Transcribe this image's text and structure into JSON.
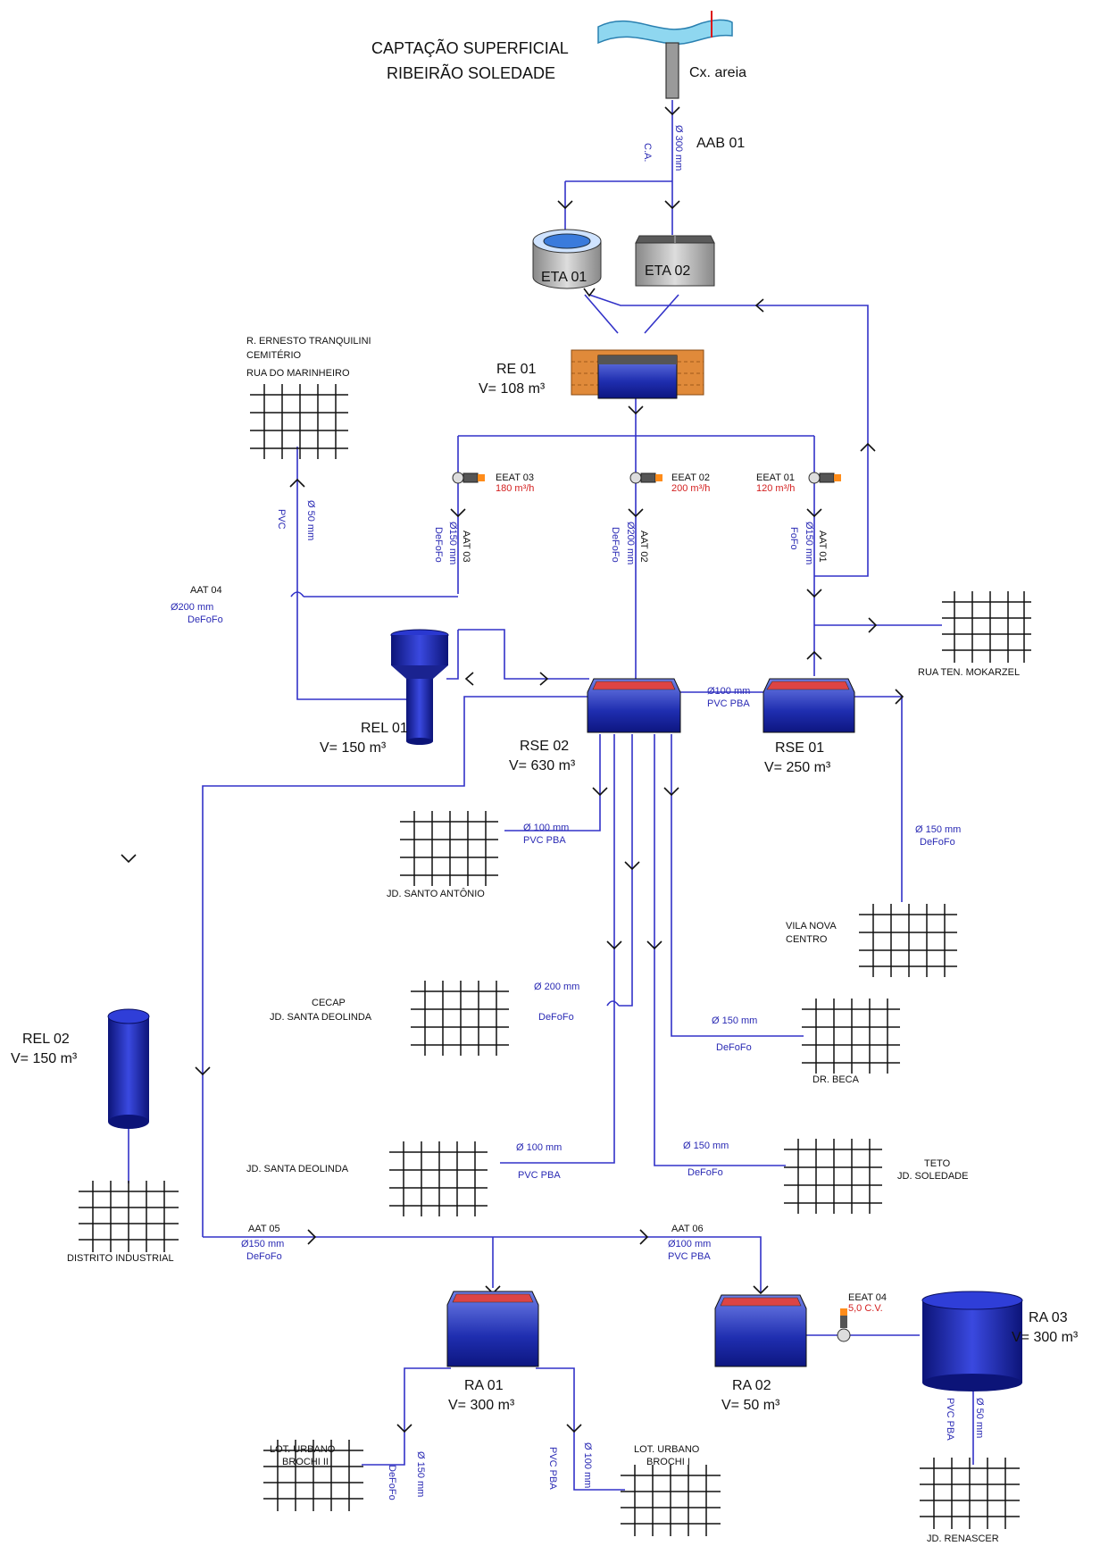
{
  "source": {
    "title_line1": "CAPTAÇÃO SUPERFICIAL",
    "title_line2": "RIBEIRÃO SOLEDADE",
    "sand_box": "Cx. areia",
    "line_name": "AAB 01",
    "line_material": "C.A.",
    "line_diameter": "Ø 300 mm"
  },
  "plants": {
    "eta01": "ETA 01",
    "eta02": "ETA 02"
  },
  "reservoirs": {
    "re01": {
      "name": "RE 01",
      "volume": "V= 108 m³"
    },
    "rse02": {
      "name": "RSE 02",
      "volume": "V= 630 m³"
    },
    "rse01": {
      "name": "RSE 01",
      "volume": "V= 250 m³"
    },
    "rel01": {
      "name": "REL 01",
      "volume": "V= 150 m³"
    },
    "rel02": {
      "name": "REL 02",
      "volume": "V= 150 m³"
    },
    "ra01": {
      "name": "RA 01",
      "volume": "V= 300 m³"
    },
    "ra02": {
      "name": "RA 02",
      "volume": "V= 50 m³"
    },
    "ra03": {
      "name": "RA 03",
      "volume": "V= 300 m³"
    }
  },
  "pumps": {
    "eeat03": {
      "name": "EEAT 03",
      "flow": "180 m³/h"
    },
    "eeat02": {
      "name": "EEAT 02",
      "flow": "200 m³/h"
    },
    "eeat01": {
      "name": "EEAT 01",
      "flow": "120 m³/h"
    },
    "eeat04": {
      "name": "EEAT 04",
      "power": "5,0 C.V."
    }
  },
  "mains": {
    "aat03": {
      "name": "AAT 03",
      "diameter": "Ø150 mm",
      "material": "DeFoFo"
    },
    "aat02": {
      "name": "AAT 02",
      "diameter": "Ø200 mm",
      "material": "DeFoFo"
    },
    "aat01": {
      "name": "AAT 01",
      "diameter": "Ø150 mm",
      "material": "FoFo"
    },
    "aat04": {
      "name": "AAT 04",
      "diameter": "Ø200 mm",
      "material": "DeFoFo"
    },
    "aat05": {
      "name": "AAT 05",
      "diameter": "Ø150 mm",
      "material": "DeFoFo"
    },
    "aat06": {
      "name": "AAT 06",
      "diameter": "Ø100 mm",
      "material": "PVC PBA"
    },
    "rse_link": {
      "diameter": "Ø100 mm",
      "material": "PVC PBA"
    },
    "marinheiro": {
      "diameter": "Ø 50 mm",
      "material": "PVC"
    }
  },
  "branches": {
    "santo_antonio": {
      "diameter": "Ø 100 mm",
      "material": "PVC PBA"
    },
    "vila_nova": {
      "diameter": "Ø 150 mm",
      "material": "DeFoFo"
    },
    "cecap": {
      "diameter": "Ø 200 mm",
      "material": "DeFoFo"
    },
    "dr_beca": {
      "diameter": "Ø 150 mm",
      "material": "DeFoFo"
    },
    "santa_deolinda": {
      "diameter": "Ø 100 mm",
      "material": "PVC PBA"
    },
    "teto": {
      "diameter": "Ø 150 mm",
      "material": "DeFoFo"
    },
    "brochi2": {
      "diameter": "Ø 150 mm",
      "material": "DeFoFo"
    },
    "brochi1": {
      "diameter": "Ø 100 mm",
      "material": "PVC PBA"
    },
    "renascer": {
      "diameter": "Ø 50 mm",
      "material": "PVC PBA"
    }
  },
  "areas": {
    "marinheiro": [
      "R. ERNESTO TRANQUILINI",
      "CEMITÉRIO",
      "RUA DO MARINHEIRO"
    ],
    "mokarzel": "RUA TEN. MOKARZEL",
    "santo_antonio": "JD. SANTO ANTÔNIO",
    "vila_nova": [
      "VILA NOVA",
      "CENTRO"
    ],
    "cecap": [
      "CECAP",
      "JD. SANTA DEOLINDA"
    ],
    "dr_beca": "DR. BECA",
    "santa_deolinda": "JD. SANTA DEOLINDA",
    "teto": [
      "TETO",
      "JD. SOLEDADE"
    ],
    "distrito": "DISTRITO INDUSTRIAL",
    "brochi2": [
      "LOT. URBANO",
      "BROCHI II"
    ],
    "brochi1": [
      "LOT. URBANO",
      "BROCHI I"
    ],
    "renascer": "JD. RENASCER"
  },
  "colors": {
    "pipe": "#3232c8",
    "tank": "#1f2aa8",
    "pump_flow": "#d32020"
  }
}
